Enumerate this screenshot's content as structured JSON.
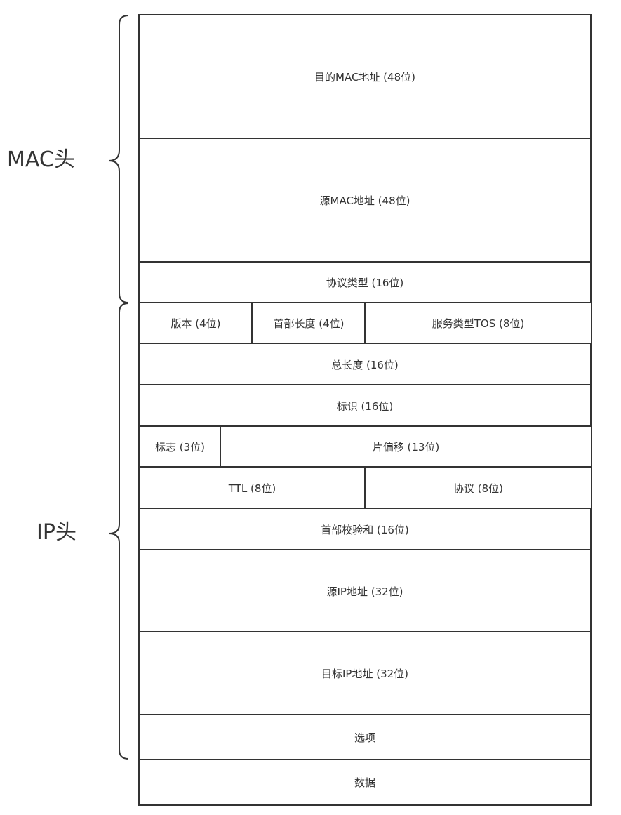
{
  "groups": {
    "mac_header": "MAC头",
    "ip_header": "IP头"
  },
  "fields": {
    "dest_mac": "目的MAC地址 (48位)",
    "src_mac": "源MAC地址 (48位)",
    "protocol_type": "协议类型 (16位)",
    "version": "版本 (4位)",
    "header_length": "首部长度 (4位)",
    "tos": "服务类型TOS (8位)",
    "total_length": "总长度 (16位)",
    "identification": "标识 (16位)",
    "flags": "标志 (3位)",
    "fragment_offset": "片偏移 (13位)",
    "ttl": "TTL (8位)",
    "protocol": "协议 (8位)",
    "header_checksum": "首部校验和 (16位)",
    "src_ip": "源IP地址 (32位)",
    "dest_ip": "目标IP地址 (32位)",
    "options": "选项",
    "data": "数据"
  }
}
